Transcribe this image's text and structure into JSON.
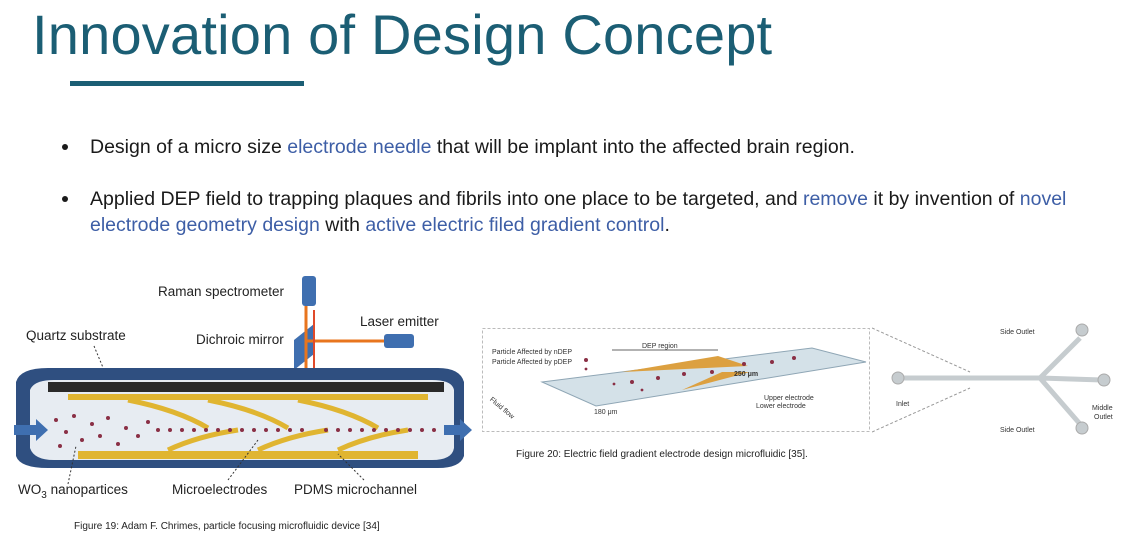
{
  "slide": {
    "title": "Innovation of Design Concept",
    "bullets": [
      {
        "parts": [
          {
            "text": "Design of a micro size ",
            "hl": false
          },
          {
            "text": "electrode needle",
            "hl": true
          },
          {
            "text": " that will be implant into the affected brain region.",
            "hl": false
          }
        ]
      },
      {
        "parts": [
          {
            "text": "Applied DEP field to trapping plaques and fibrils into one place to be targeted, and ",
            "hl": false
          },
          {
            "text": "remove",
            "hl": true
          },
          {
            "text": " it by invention of ",
            "hl": false
          },
          {
            "text": "novel electrode geometry design",
            "hl": true
          },
          {
            "text": " with ",
            "hl": false
          },
          {
            "text": "active electric filed gradient control",
            "hl": true
          },
          {
            "text": ".",
            "hl": false
          }
        ]
      }
    ]
  },
  "figure19": {
    "labels": {
      "raman": "Raman spectrometer",
      "laser": "Laser emitter",
      "quartz": "Quartz substrate",
      "dichroic": "Dichroic mirror",
      "wo3_prefix": "WO",
      "wo3_sub": "3",
      "wo3_suffix": " nanopartices",
      "microelectrodes": "Microelectrodes",
      "pdms": "PDMS microchannel"
    },
    "caption": "Figure 19: Adam F. Chrimes, particle focusing microfluidic device [34]"
  },
  "figure20": {
    "labels": {
      "ndep": "Particle Affected by nDEP",
      "pdep": "Particle Affected by pDEP",
      "dep_region": "DEP region",
      "width_250": "250 μm",
      "width_180": "180 μm",
      "upper": "Upper electrode",
      "lower": "Lower electrode",
      "fluid_flow": "Fluid flow",
      "inlet": "Inlet",
      "side_outlet_top": "Side Outlet",
      "side_outlet_bottom": "Side Outlet",
      "middle_outlet_1": "Middle",
      "middle_outlet_2": "Outlet"
    },
    "caption": "Figure 20: Electric field gradient electrode design microfluidic [35]."
  },
  "colors": {
    "title": "#1b5e74",
    "highlight": "#3d5ea6",
    "electrode": "#e0b531",
    "laser": "#e8751e",
    "instrument": "#3f6fb0",
    "particle": "#8a2f45"
  }
}
